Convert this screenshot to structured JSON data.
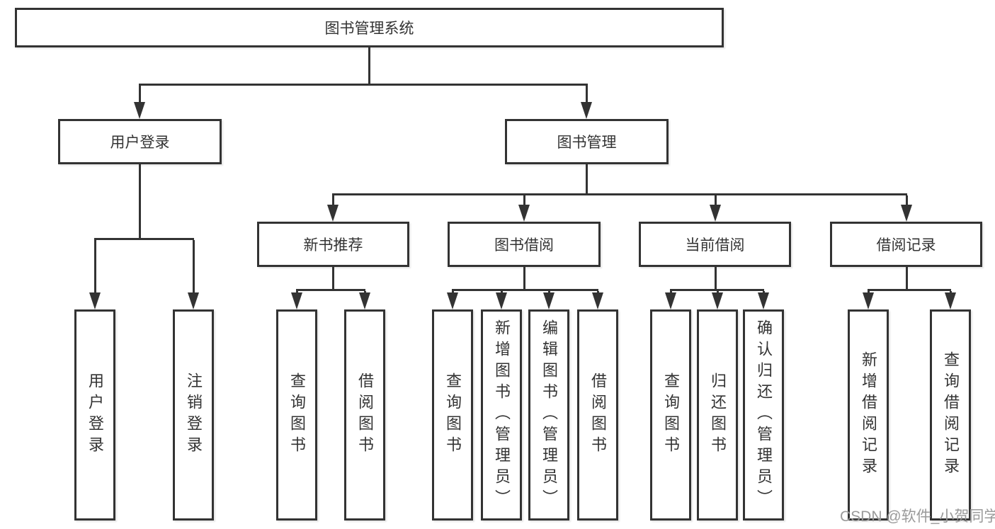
{
  "diagram": {
    "root": {
      "label": "图书管理系统"
    },
    "level2": [
      {
        "label": "用户登录"
      },
      {
        "label": "图书管理"
      }
    ],
    "level3": [
      {
        "label": "新书推荐"
      },
      {
        "label": "图书借阅"
      },
      {
        "label": "当前借阅"
      },
      {
        "label": "借阅记录"
      }
    ],
    "leaves": [
      {
        "label": "用户登录"
      },
      {
        "label": "注销登录"
      },
      {
        "label": "查询图书"
      },
      {
        "label": "借阅图书"
      },
      {
        "label": "查询图书"
      },
      {
        "label": "新增图书（管理员）"
      },
      {
        "label": "编辑图书（管理员）"
      },
      {
        "label": "借阅图书"
      },
      {
        "label": "查询图书"
      },
      {
        "label": "归还图书"
      },
      {
        "label": "确认归还（管理员）"
      },
      {
        "label": "新增借阅记录"
      },
      {
        "label": "查询借阅记录"
      }
    ],
    "watermark": "CSDN @软件_小贺同学",
    "colors": {
      "line": "#333333",
      "text": "#333333",
      "watermark": "#9a9a9a",
      "background": "#ffffff"
    }
  }
}
